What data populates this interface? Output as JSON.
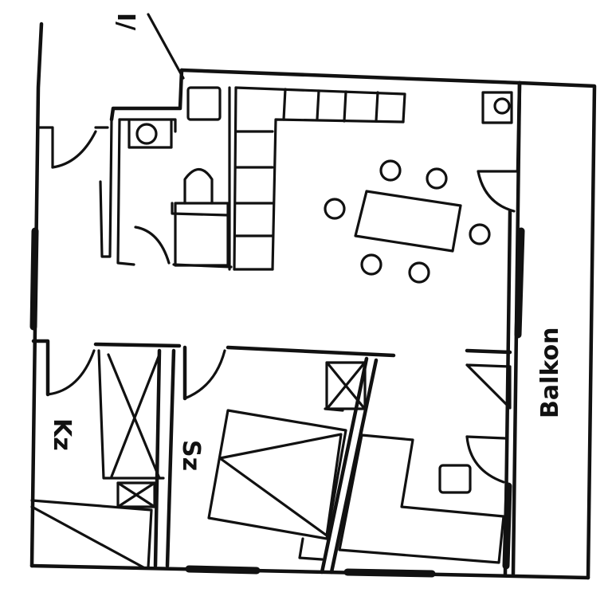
{
  "labels": {
    "balcony": "Balkon",
    "child_room": "Kz",
    "bedroom": "Sz",
    "top_partial": "I/"
  }
}
